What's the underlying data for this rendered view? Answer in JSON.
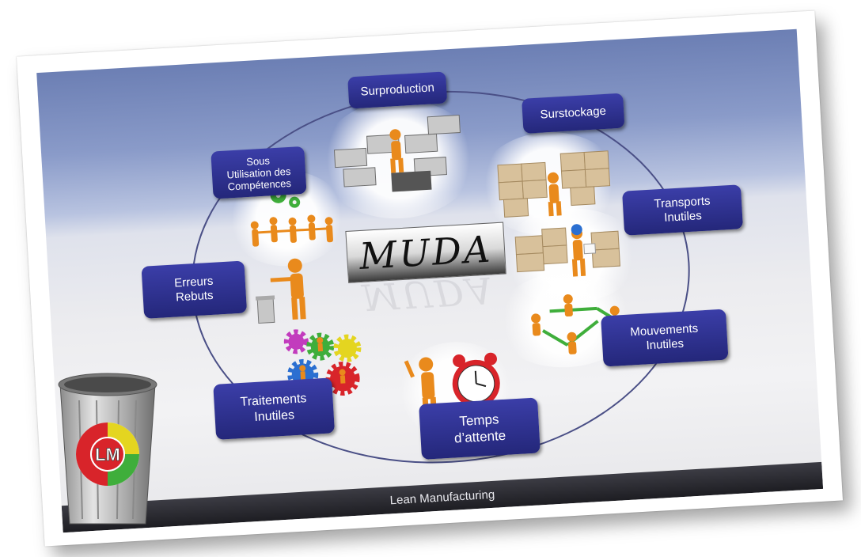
{
  "diagram": {
    "title": "MUDA",
    "footer": "Lean Manufacturing",
    "logo_letters": "LM",
    "nodes": {
      "surproduction": "Surproduction",
      "surstockage": "Surstockage",
      "transports": "Transports\nInutiles",
      "mouvements": "Mouvements\nInutiles",
      "temps": "Temps\nd’attente",
      "traitements": "Traitements\nInutiles",
      "erreurs": "Erreurs\nRebuts",
      "competences": "Sous\nUtilisation des\nCompétences"
    }
  },
  "colors": {
    "box": "#2b2e8c",
    "ring": "#4a4f86",
    "figure": "#e98a1c",
    "band": "#6c7fb4"
  }
}
